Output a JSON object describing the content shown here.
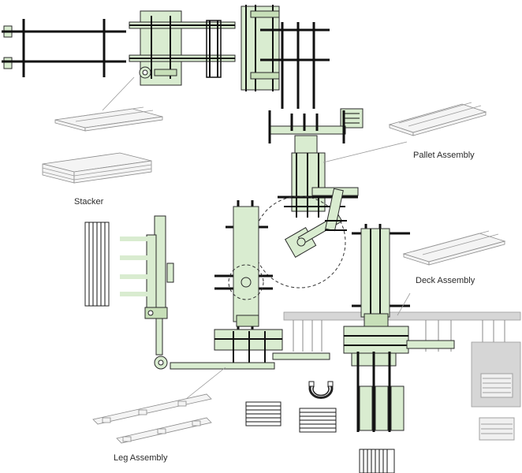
{
  "labels": {
    "stacker": "Stacker",
    "pallet_assembly": "Pallet Assembly",
    "deck_assembly": "Deck Assembly",
    "leg_assembly": "Leg Assembly"
  },
  "colors": {
    "machine_fill": "#d9ecd0",
    "frame": "#111111",
    "pallet_fill": "#f4f4f4",
    "conveyor_grey": "#d6d6d6"
  }
}
